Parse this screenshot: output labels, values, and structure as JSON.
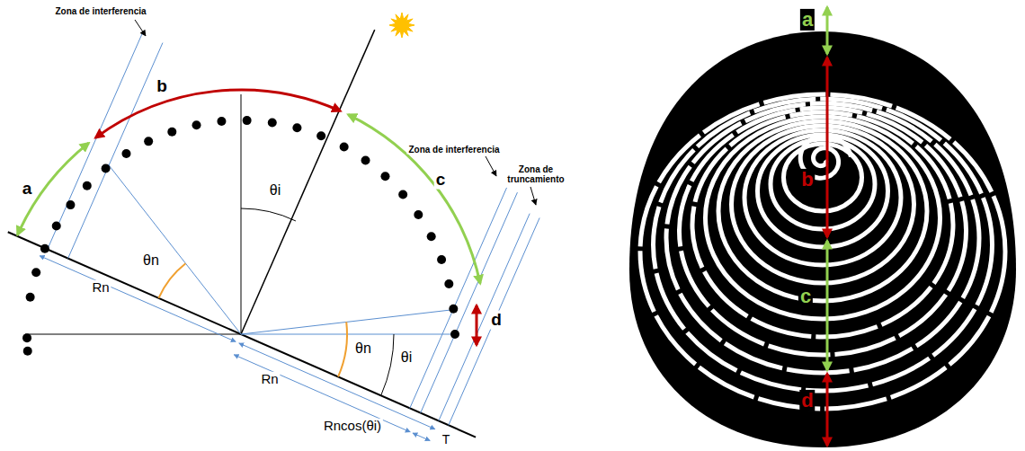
{
  "diagram": {
    "labels": [
      "Zona de interferencia",
      "b",
      "a",
      "θi",
      "Zona de interferencia",
      "c",
      "Zona de truncamiento",
      "θn",
      "Rn",
      "d",
      "Rn",
      "θn",
      "θi",
      "Rncos(θi)",
      "T",
      "a",
      "b",
      "c",
      "d"
    ]
  }
}
